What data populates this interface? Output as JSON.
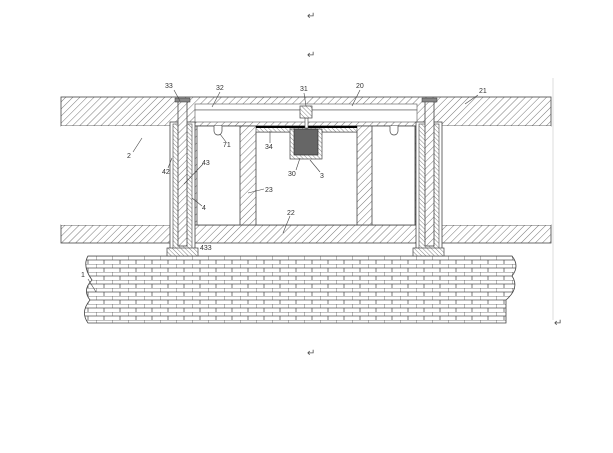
{
  "document": {
    "paragraph_mark": "↵"
  },
  "figure": {
    "labels": {
      "l33": "33",
      "l32": "32",
      "l31": "31",
      "l20": "20",
      "l21": "21",
      "l2": "2",
      "l71": "71",
      "l34": "34",
      "l30": "30",
      "l3": "3",
      "l42": "42",
      "l43": "43",
      "l23": "23",
      "l4": "4",
      "l22": "22",
      "l433": "433",
      "l1": "1"
    }
  }
}
